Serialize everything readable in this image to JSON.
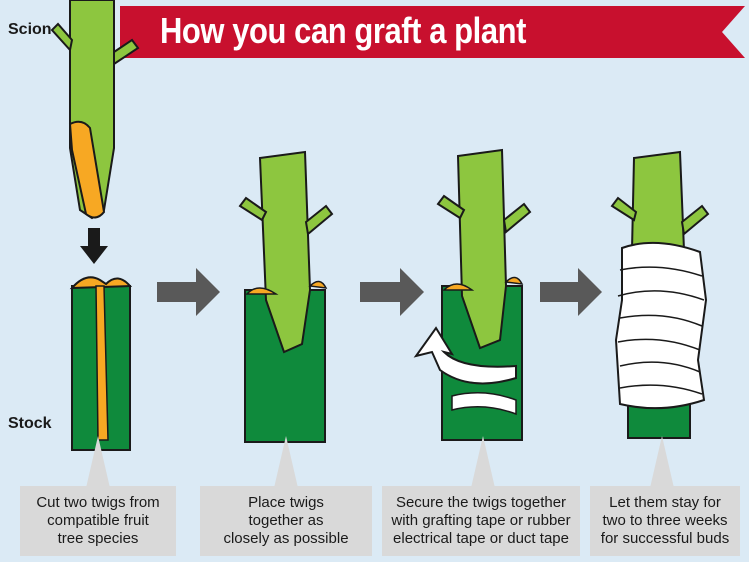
{
  "title": "How you can graft a plant",
  "labels": {
    "scion": "Scion",
    "stock": "Stock"
  },
  "colors": {
    "background": "#dbeaf5",
    "banner": "#c8102e",
    "scion_green": "#8dc63f",
    "stock_green": "#0f8a3c",
    "cut_orange": "#f7a823",
    "arrow_gray": "#595959",
    "caption_gray": "#d9d9d9",
    "tape_white": "#ffffff"
  },
  "steps": [
    {
      "caption": "Cut two twigs from\ncompatible fruit\ntree species"
    },
    {
      "caption": "Place twigs\ntogether as\nclosely as possible"
    },
    {
      "caption": "Secure the twigs together\nwith grafting tape or rubber\nelectrical tape or duct tape"
    },
    {
      "caption": "Let them stay for\ntwo to three weeks\nfor successful buds"
    }
  ]
}
